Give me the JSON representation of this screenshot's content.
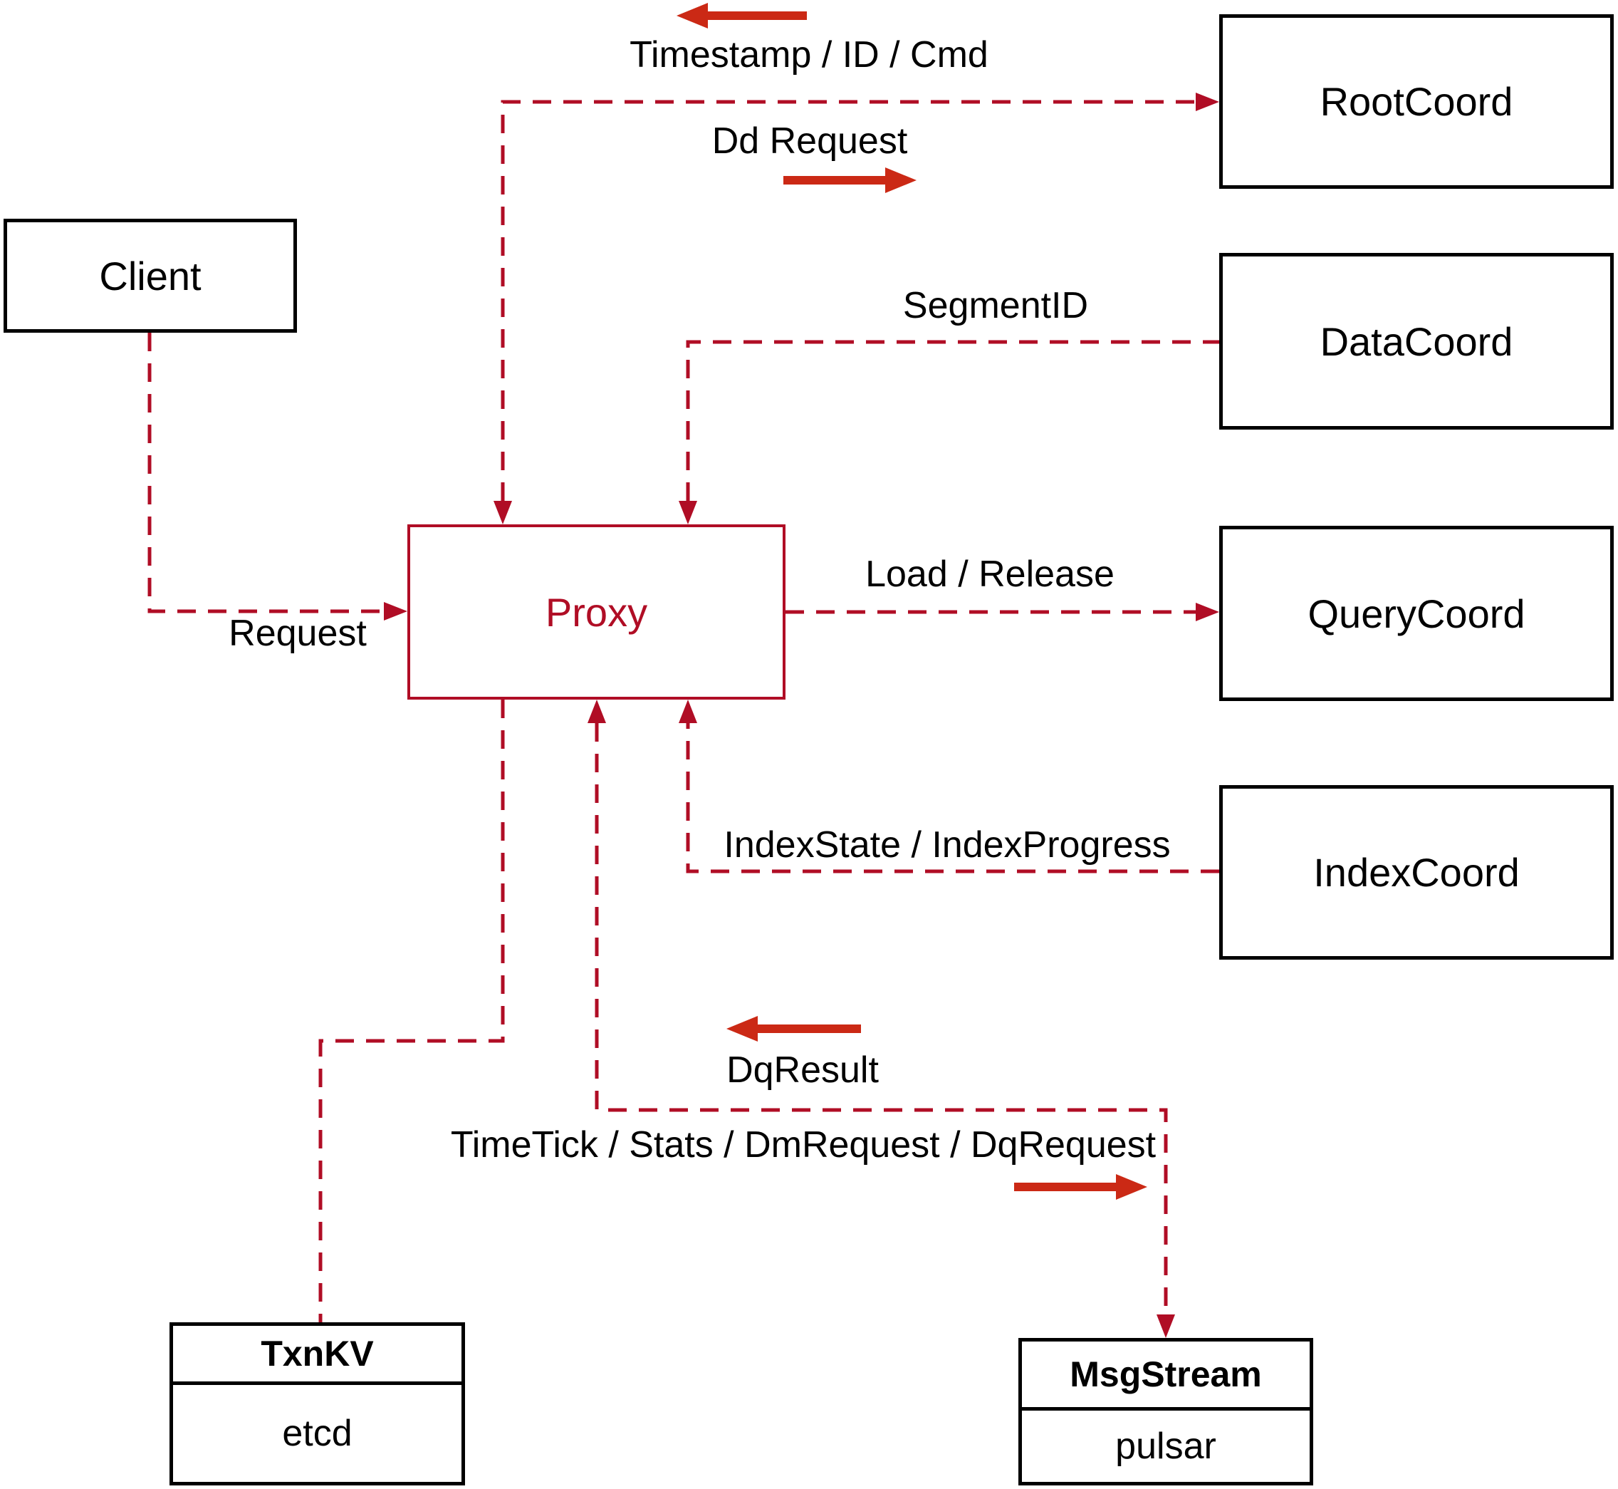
{
  "colors": {
    "line_red": "#b00d25",
    "arrow_red": "#cb2915",
    "box_black": "#000000",
    "text_black": "#000000",
    "background": "#ffffff"
  },
  "nodes": {
    "client": {
      "label": "Client"
    },
    "proxy": {
      "label": "Proxy"
    },
    "rootcoord": {
      "label": "RootCoord"
    },
    "datacoord": {
      "label": "DataCoord"
    },
    "querycoord": {
      "label": "QueryCoord"
    },
    "indexcoord": {
      "label": "IndexCoord"
    },
    "txnkv": {
      "title": "TxnKV",
      "impl": "etcd"
    },
    "msgstream": {
      "title": "MsgStream",
      "impl": "pulsar"
    }
  },
  "edges": {
    "client_to_proxy": {
      "label": "Request"
    },
    "proxy_rootcoord": {
      "label_response": "Timestamp / ID / Cmd",
      "label_request": "Dd Request"
    },
    "datacoord_to_proxy": {
      "label": "SegmentID"
    },
    "proxy_to_querycoord": {
      "label": "Load / Release"
    },
    "indexcoord_to_proxy": {
      "label": "IndexState / IndexProgress"
    },
    "proxy_msgstream": {
      "label_response": "DqResult",
      "label_request": "TimeTick / Stats / DmRequest / DqRequest"
    }
  }
}
